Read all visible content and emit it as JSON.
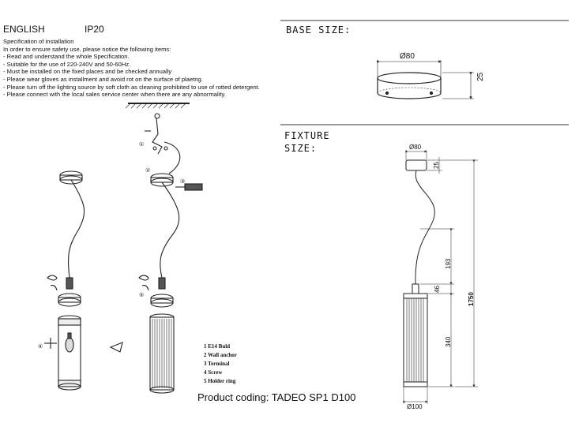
{
  "header": {
    "language": "ENGLISH",
    "rating": "IP20"
  },
  "spec": {
    "title": "Specification of installation",
    "intro": "In order to ensure safety use, please notice the following items:",
    "items": [
      "- Read and understand the whole Specification.",
      "- Suitable for the use of 220-240V and 50-60Hz.",
      "- Must be installed on the fixed places and be checked annually",
      "- Please wear gloves as installment and avoid rot on the surface of plaetng.",
      "- Please turn off the lighting source by soft cloth as cleaning prohibited to use of rotted detergent.",
      "- Please connect with the local sales service center when there are any abnormality."
    ]
  },
  "base_size": {
    "title": "BASE SIZE:",
    "diameter": "Ø80",
    "height": "25"
  },
  "fixture_size": {
    "title_line1": "FIXTURE",
    "title_line2": "SIZE:",
    "top_diameter": "Ø80",
    "canopy_height": "25",
    "cable_length": "193",
    "holder_height": "46",
    "shade_height": "340",
    "total_height": "1750",
    "bottom_diameter": "Ø100"
  },
  "legend": [
    "1 E14 Buld",
    "2 Wall anchor",
    "3 Terminal",
    "4 Screw",
    "5 Holder ring"
  ],
  "callouts": [
    "①",
    "②",
    "③",
    "④",
    "⑤"
  ],
  "product_coding": "Product coding: TADEO SP1 D100"
}
